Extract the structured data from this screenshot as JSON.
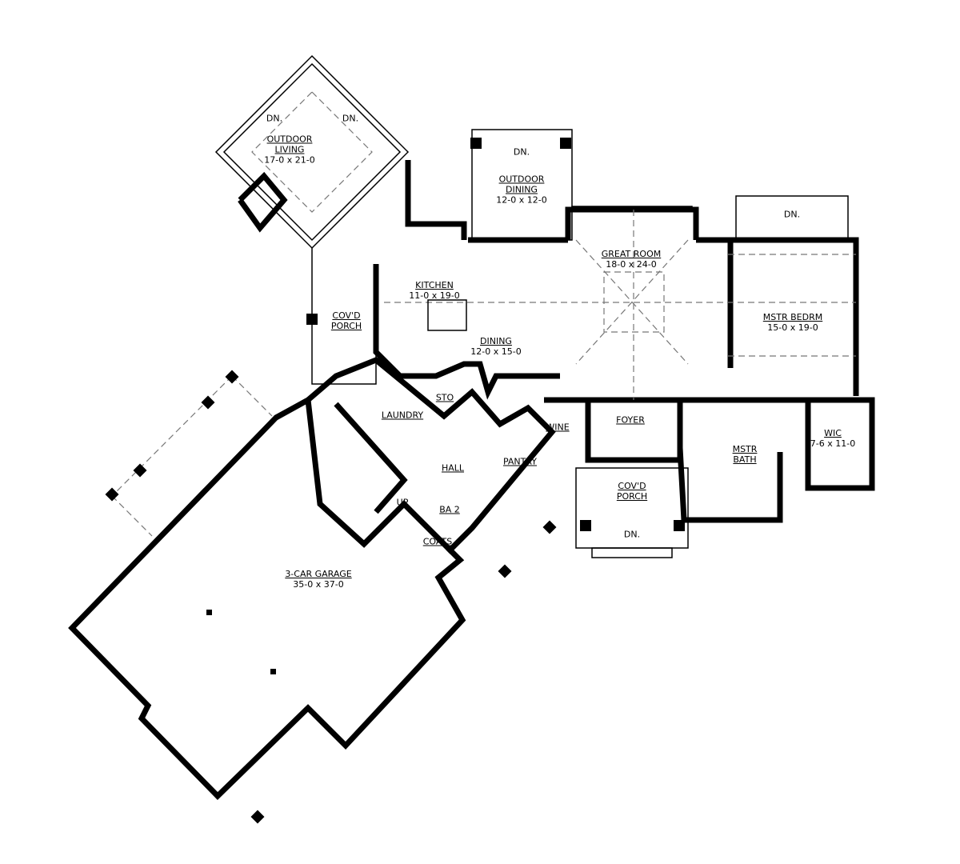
{
  "rooms": {
    "outdoor_living": {
      "name": "OUTDOOR LIVING",
      "name_l1": "OUTDOOR",
      "name_l2": "LIVING",
      "size": "17-0 x 21-0"
    },
    "outdoor_dining": {
      "name_l1": "OUTDOOR",
      "name_l2": "DINING",
      "size": "12-0 x 12-0"
    },
    "great_room": {
      "name": "GREAT ROOM",
      "size": "18-0 x 24-0"
    },
    "kitchen": {
      "name": "KITCHEN",
      "size": "11-0 x 19-0"
    },
    "dining": {
      "name": "DINING",
      "size": "12-0 x 15-0"
    },
    "covd_porch_side": {
      "name_l1": "COV'D",
      "name_l2": "PORCH"
    },
    "mstr_bedrm": {
      "name": "MSTR BEDRM",
      "size": "15-0 x 19-0"
    },
    "sto": {
      "name": "STO"
    },
    "laundry": {
      "name": "LAUNDRY"
    },
    "wine": {
      "name": "WINE"
    },
    "foyer": {
      "name": "FOYER"
    },
    "wic": {
      "name": "WIC",
      "size": "7-6 x 11-0"
    },
    "mstr_bath": {
      "name_l1": "MSTR",
      "name_l2": "BATH"
    },
    "hall": {
      "name": "HALL"
    },
    "pantry": {
      "name": "PANTRY"
    },
    "covd_porch_front": {
      "name_l1": "COV'D",
      "name_l2": "PORCH"
    },
    "ba2": {
      "name": "BA 2"
    },
    "coats": {
      "name": "COATS"
    },
    "garage": {
      "name": "3-CAR GARAGE",
      "size": "35-0 x 37-0"
    }
  },
  "annotations": {
    "down": "DN.",
    "up": "UP"
  }
}
